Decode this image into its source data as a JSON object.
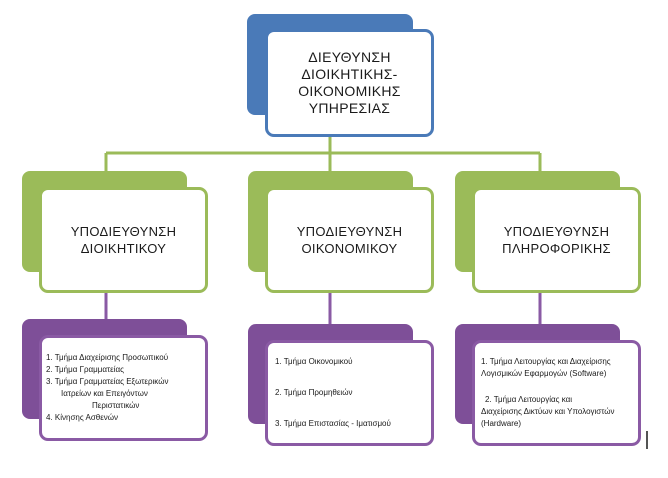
{
  "director": {
    "title": "ΔΙΕΥΘΥΝΣΗ ΔΙΟΙΚΗΤΙΚΗΣ-ΟΙΚΟΝΟΜΙΚΗΣ ΥΠΗΡΕΣΙΑΣ",
    "line1": "ΔΙΕΥΘΥΝΣΗ",
    "line2": "ΔΙΟΙΚΗΤΙΚΗΣ-",
    "line3": "ΟΙΚΟΝΟΜΙΚΗΣ",
    "line4": "ΥΠΗΡΕΣΙΑΣ"
  },
  "subdirectorates": [
    {
      "line1": "ΥΠΟΔΙΕΥΘΥΝΣΗ",
      "line2": "ΔΙΟΙΚΗΤΙΚΟΥ"
    },
    {
      "line1": "ΥΠΟΔΙΕΥΘΥΝΣΗ",
      "line2": "ΟΙΚΟΝΟΜΙΚΟΥ"
    },
    {
      "line1": "ΥΠΟΔΙΕΥΘΥΝΣΗ",
      "line2": "ΠΛΗΡΟΦΟΡΙΚΗΣ"
    }
  ],
  "departments": [
    {
      "items": [
        "1. Τμήμα Διαχείρισης Προσωπικού",
        "2. Τμήμα Γραμματείας",
        "3. Τμήμα Γραμματείας Εξωτερικών",
        "Ιατρείων και  Επειγόντων",
        "Περιστατικών",
        "4.  Κίνησης Ασθενών"
      ]
    },
    {
      "items": [
        "1. Τμήμα Οικονομικού",
        "2. Τμήμα Προμηθειών",
        "3. Τμήμα Επιστασίας - Ιματισμού"
      ]
    },
    {
      "items": [
        "1. Τμήμα Λειτουργίας και Διαχείρισης",
        "Λογισμικών  Εφαρμογών (Software)",
        "2. Τμήμα Λειτουργίας και",
        "Διαχείρισης Δικτύων και Υπολογιστών",
        "(Hardware)"
      ]
    }
  ],
  "colors": {
    "director": "#4a7ab8",
    "subdirectorate": "#9bbb59",
    "department": "#7e4f98",
    "connector": "#9bbb59"
  }
}
